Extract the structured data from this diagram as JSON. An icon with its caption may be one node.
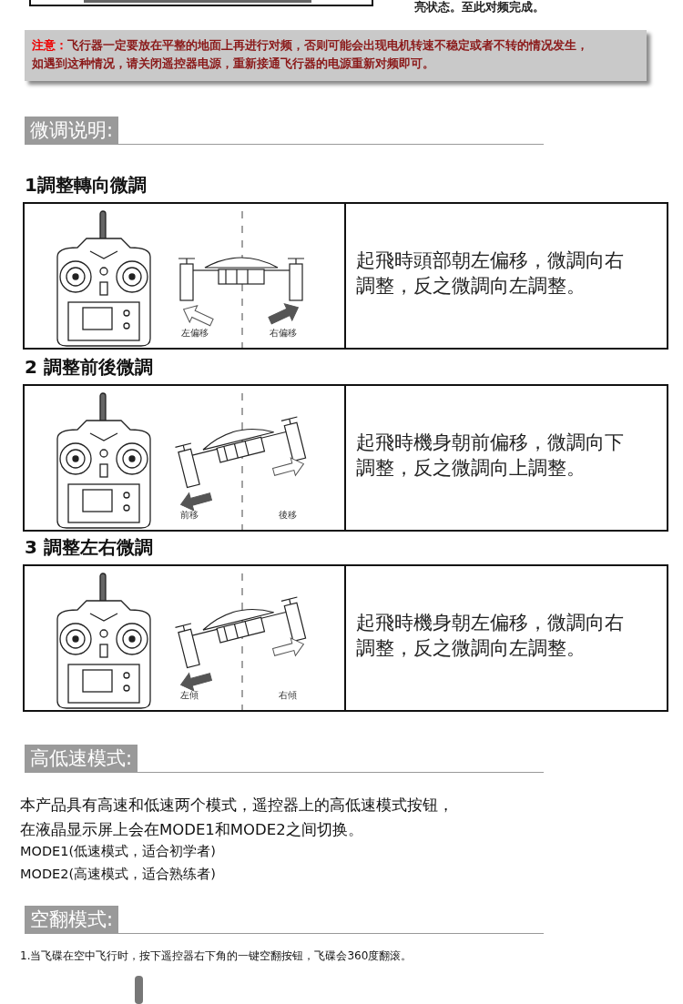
{
  "diagram": {
    "nodes": [
      {
        "text": [
          "**注意：**飞行器一定要放在平整的地面上再进行对频，否则可能会出现电机转速不稳定或者不转的情况发生，如遇到这种情况，请关闭遥控器电源，重新接通飞行器的电源重新对频即可。"
        ]
      },
      {
        "text": [
          "微调说明:"
        ]
      },
      {
        "text": [
          "1調整轉向微調",
          "起飛時頭部朝左偏移，微調向右調整，反之微調向左調整。"
        ]
      },
      {
        "text": [
          "2 調整前後微調",
          "起飛時機身朝前偏移，微調向下調整，反之微調向上調整。"
        ]
      },
      {
        "text": [
          "3 調整左右微調",
          "起飛時機身朝左偏移，微調向右調整，反之微調向左調整。"
        ]
      },
      {
        "text": [
          "高低速模式:"
        ]
      },
      {
        "text": [
          "空翻模式:"
        ]
      }
    ],
    "labels": [
      "亮状态。至此对频完成。",
      "左偏移",
      "右偏移",
      "前移",
      "後移",
      "左傾",
      "右傾",
      "本产品具有高速和低速两个模式，遥控器上的高低速模式按钮，在液晶显示屏上会在MODE1和MODE2之间切换。",
      "MODE1(低速模式，适合初学者)",
      "MODE2(高速模式，适合熟练者)",
      "1.当飞碟在空中飞行时，按下遥控器右下角的一键空翻按钮，飞碟会360度翻滚。"
    ]
  }
}
